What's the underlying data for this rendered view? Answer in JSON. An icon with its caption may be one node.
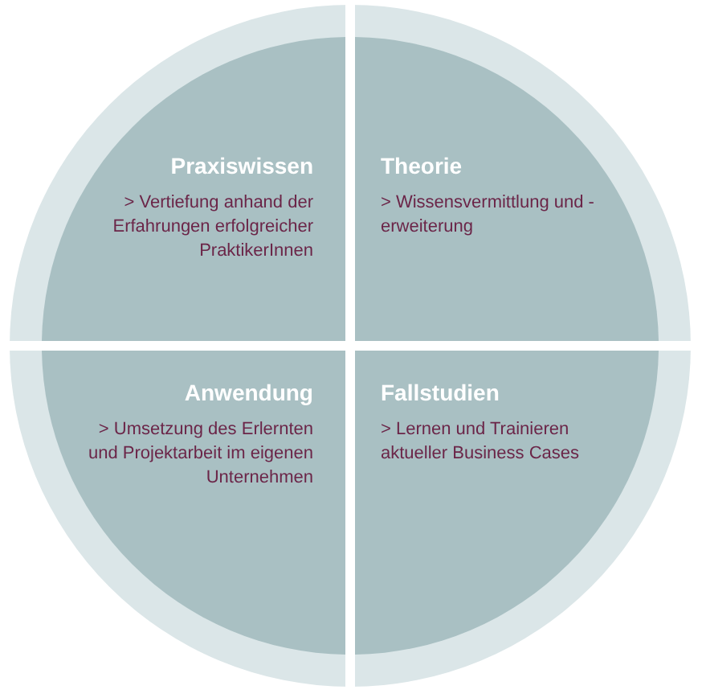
{
  "diagram": {
    "nodes": [
      {
        "text": [
          "Praxiswissen",
          "> Vertiefung anhand der Erfahrungen erfolgreicher PraktikerInnen"
        ]
      },
      {
        "text": [
          "Theorie",
          "> Wissensvermittlung und -erweiterung"
        ]
      },
      {
        "text": [
          "Anwendung",
          "> Umsetzung des Erlernten und Projektarbeit im eigenen Unternehmen"
        ]
      },
      {
        "text": [
          "Fallstudien",
          "> Lernen und Trainieren aktueller Business Cases"
        ]
      }
    ]
  }
}
